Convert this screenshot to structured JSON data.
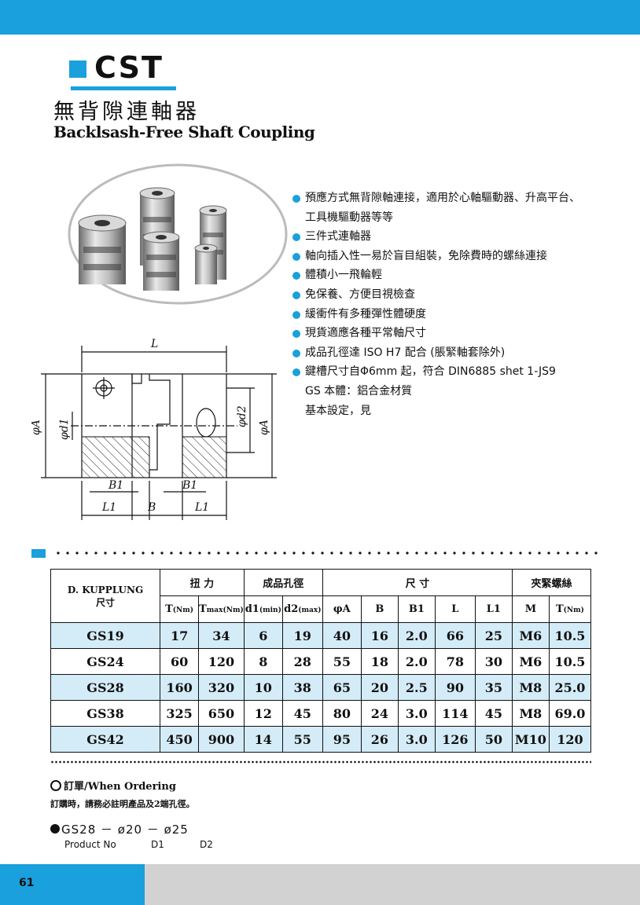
{
  "header": {
    "code": "CST",
    "title_zh": "無背隙連軸器",
    "title_en": "Backlsash-Free Shaft Coupling"
  },
  "features": [
    {
      "text": "預應方式無背隙軸連接，適用於心軸驅動器、升高平台、",
      "bullet": true
    },
    {
      "text": "工具機驅動器等等",
      "bullet": false
    },
    {
      "text": "三件式連軸器",
      "bullet": true
    },
    {
      "text": "軸向插入性一易於盲目組裝，免除費時的螺絲連接",
      "bullet": true
    },
    {
      "text": "體積小一飛輪輕",
      "bullet": true
    },
    {
      "text": "免保養、方便目視檢查",
      "bullet": true
    },
    {
      "text": "緩衝件有多種彈性體硬度",
      "bullet": true
    },
    {
      "text": "現貨適應各種平常軸尺寸",
      "bullet": true
    },
    {
      "text": "成品孔徑達 ISO H7 配合 (脹緊軸套除外)",
      "bullet": true
    },
    {
      "text": "鍵槽尺寸自Φ6mm 起，符合 DIN6885 shet 1-JS9",
      "bullet": true
    },
    {
      "text": "GS 本體：鋁合金材質",
      "bullet": false
    },
    {
      "text": "基本設定，見",
      "bullet": false
    }
  ],
  "diagram": {
    "L": "L",
    "phiA_left": "φA",
    "phiA_right": "φA",
    "phid1": "φd1",
    "phid2": "φd2",
    "B1_left": "B1",
    "B1_right": "B1",
    "L1_left": "L1",
    "B": "B",
    "L1_right": "L1"
  },
  "table": {
    "group_headers": {
      "model": "D. KUPPLUNG",
      "model_zh": "尺寸",
      "torque": "扭 力",
      "bore": "成品孔徑",
      "dims": "尺 寸",
      "screw": "夾緊螺絲"
    },
    "sub_headers": {
      "t": "T",
      "t_sub": "(Nm)",
      "tmax": "T",
      "tmax_sub": "max(Nm)",
      "d1": "d1",
      "d1_sub": "(min)",
      "d2": "d2",
      "d2_sub": "(max)",
      "a": "φA",
      "b": "B",
      "b1": "B1",
      "l": "L",
      "l1": "L1",
      "m": "M",
      "tm": "T",
      "tm_sub": "(Nm)"
    },
    "rows": [
      [
        "GS19",
        "17",
        "34",
        "6",
        "19",
        "40",
        "16",
        "2.0",
        "66",
        "25",
        "M6",
        "10.5"
      ],
      [
        "GS24",
        "60",
        "120",
        "8",
        "28",
        "55",
        "18",
        "2.0",
        "78",
        "30",
        "M6",
        "10.5"
      ],
      [
        "GS28",
        "160",
        "320",
        "10",
        "38",
        "65",
        "20",
        "2.5",
        "90",
        "35",
        "M8",
        "25.0"
      ],
      [
        "GS38",
        "325",
        "650",
        "12",
        "45",
        "80",
        "24",
        "3.0",
        "114",
        "45",
        "M8",
        "69.0"
      ],
      [
        "GS42",
        "450",
        "900",
        "14",
        "55",
        "95",
        "26",
        "3.0",
        "126",
        "50",
        "M10",
        "120"
      ]
    ]
  },
  "ordering": {
    "title": "訂單/When Ordering",
    "note": "訂購時，請務必註明產品及2端孔徑。",
    "example": "GS28 － ø20 － ø25",
    "legend_product": "Product No",
    "legend_d1": "D1",
    "legend_d2": "D2"
  },
  "footer": {
    "page": "61"
  },
  "colors": {
    "accent": "#1aa0dc",
    "row_alt": "#d4ecf8",
    "footer_grey": "#d2d2d2"
  }
}
